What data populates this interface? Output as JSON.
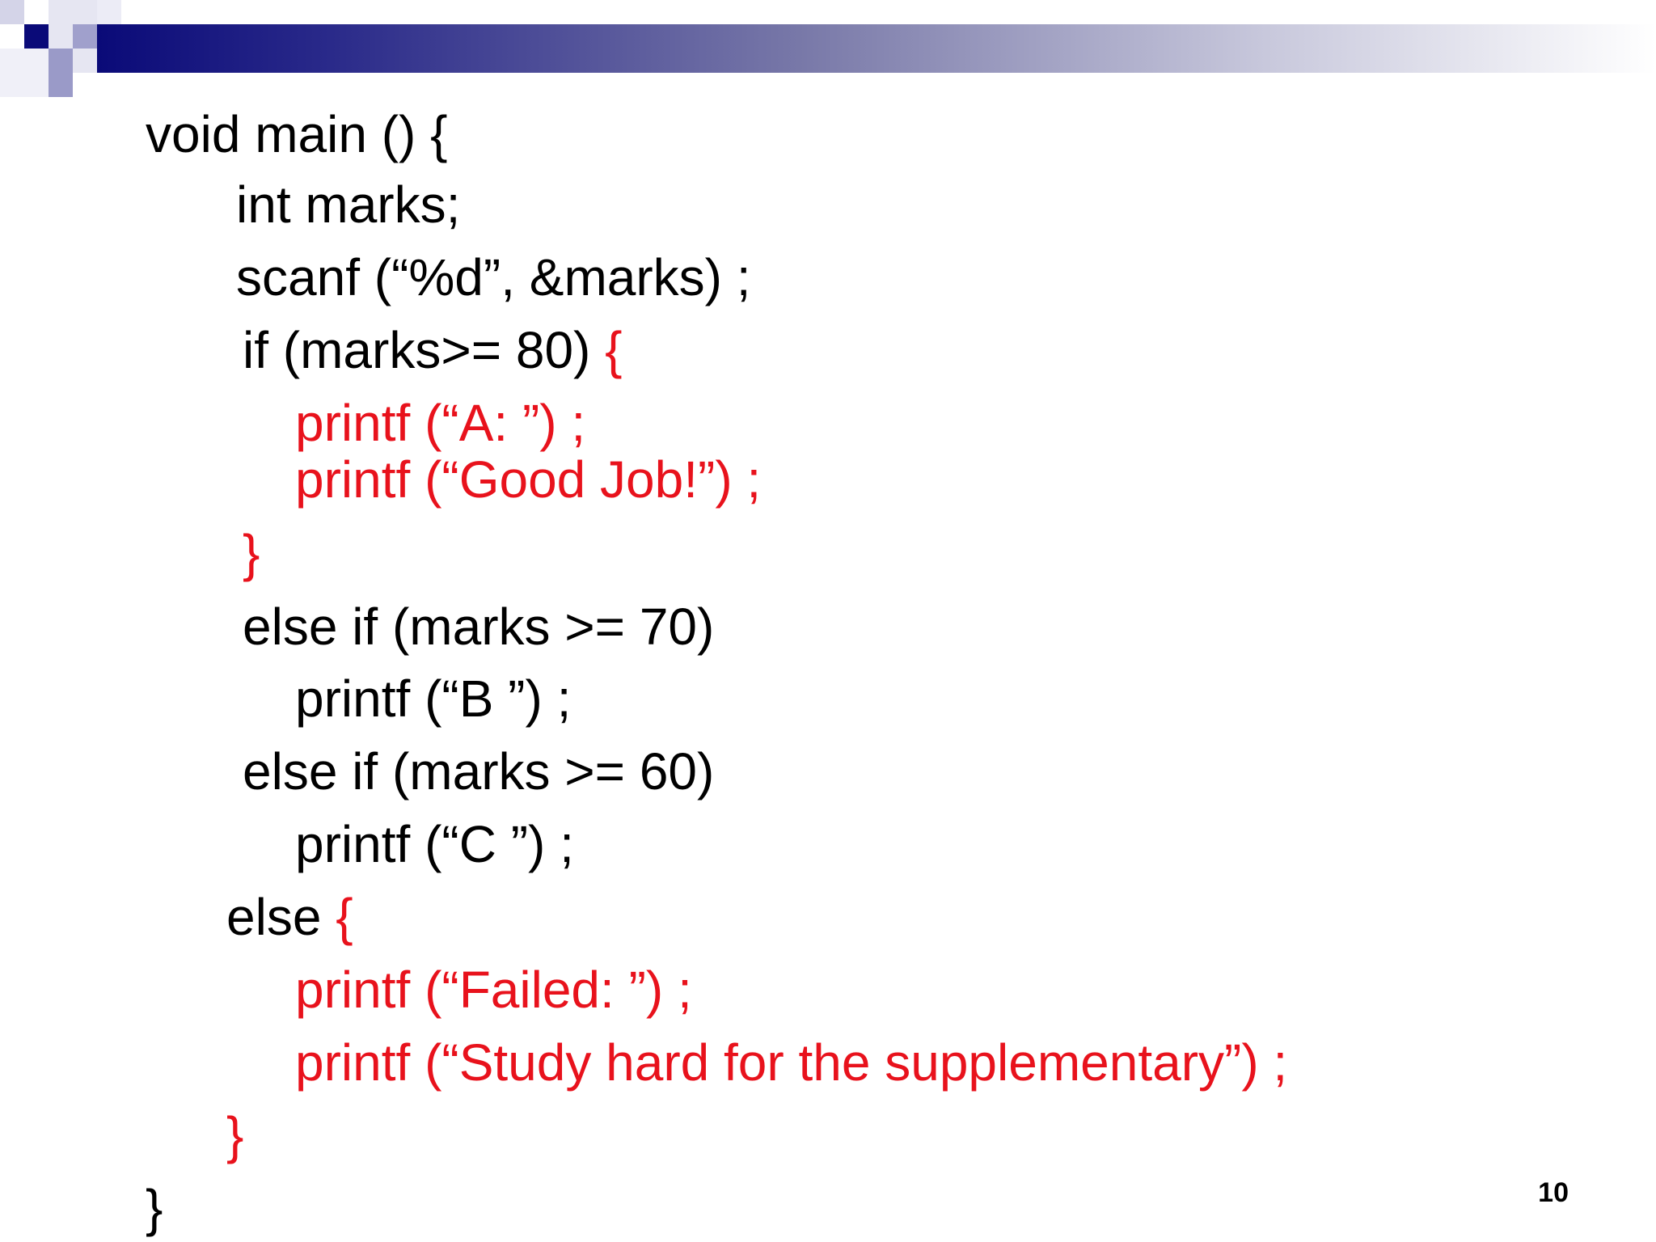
{
  "slide": {
    "page_number": "10",
    "colors": {
      "text": "#000000",
      "highlight": "#e8121c",
      "title_bar_start": "#0a0a78",
      "title_bar_end": "#ffffff"
    },
    "code": [
      {
        "text": "void main () {",
        "color": "black"
      },
      {
        "text": "int marks;",
        "color": "black"
      },
      {
        "text": "scanf (“%d”, &marks) ;",
        "color": "black"
      },
      {
        "text": "if (marks>= 80) ",
        "suffix": "{",
        "color": "black",
        "suffix_color": "red"
      },
      {
        "text": "printf (“A: ”) ;",
        "color": "red"
      },
      {
        "text": "printf (“Good Job!”) ;",
        "color": "red"
      },
      {
        "text": "}",
        "color": "red"
      },
      {
        "text": "else if (marks >= 70)",
        "color": "black"
      },
      {
        "text": "printf (“B ”) ;",
        "color": "black"
      },
      {
        "text": "else if (marks >= 60)",
        "color": "black"
      },
      {
        "text": "printf (“C ”) ;",
        "color": "black"
      },
      {
        "text": "else ",
        "suffix": "{",
        "color": "black",
        "suffix_color": "red"
      },
      {
        "text": "printf (“Failed: ”) ;",
        "color": "red"
      },
      {
        "text": "printf (“Study hard for the supplementary”) ;",
        "color": "red"
      },
      {
        "text": "}",
        "color": "red"
      },
      {
        "text": "}",
        "color": "black"
      }
    ]
  }
}
